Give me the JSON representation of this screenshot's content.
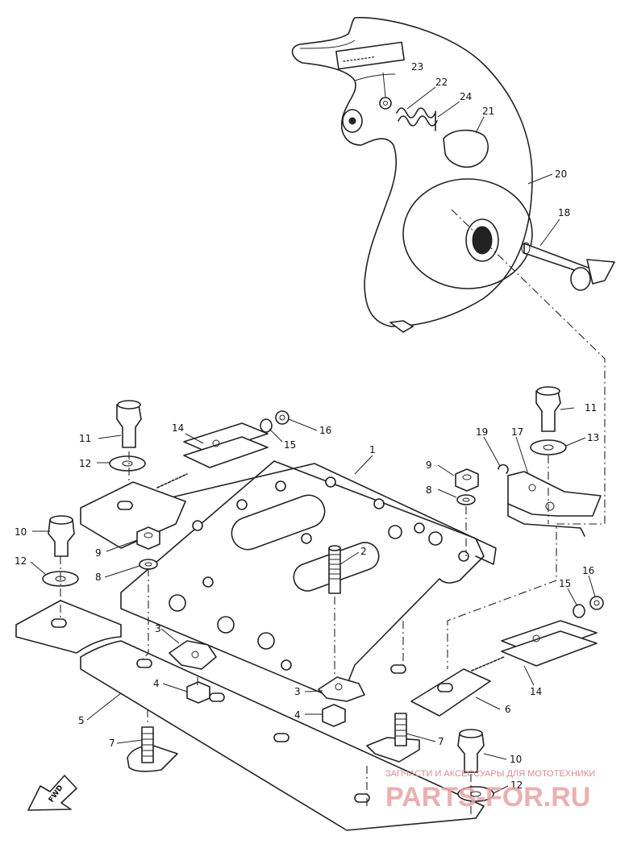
{
  "diagram": {
    "callouts": [
      {
        "id": "c1",
        "text": "1"
      },
      {
        "id": "c2",
        "text": "2"
      },
      {
        "id": "c3a",
        "text": "3"
      },
      {
        "id": "c3b",
        "text": "3"
      },
      {
        "id": "c4a",
        "text": "4"
      },
      {
        "id": "c4b",
        "text": "4"
      },
      {
        "id": "c5",
        "text": "5"
      },
      {
        "id": "c6",
        "text": "6"
      },
      {
        "id": "c7a",
        "text": "7"
      },
      {
        "id": "c7b",
        "text": "7"
      },
      {
        "id": "c8a",
        "text": "8"
      },
      {
        "id": "c8b",
        "text": "8"
      },
      {
        "id": "c9a",
        "text": "9"
      },
      {
        "id": "c9b",
        "text": "9"
      },
      {
        "id": "c10a",
        "text": "10"
      },
      {
        "id": "c10b",
        "text": "10"
      },
      {
        "id": "c11a",
        "text": "11"
      },
      {
        "id": "c11b",
        "text": "11"
      },
      {
        "id": "c12a",
        "text": "12"
      },
      {
        "id": "c12b",
        "text": "12"
      },
      {
        "id": "c12c",
        "text": "12"
      },
      {
        "id": "c13",
        "text": "13"
      },
      {
        "id": "c14a",
        "text": "14"
      },
      {
        "id": "c14b",
        "text": "14"
      },
      {
        "id": "c15a",
        "text": "15"
      },
      {
        "id": "c15b",
        "text": "15"
      },
      {
        "id": "c16a",
        "text": "16"
      },
      {
        "id": "c16b",
        "text": "16"
      },
      {
        "id": "c17",
        "text": "17"
      },
      {
        "id": "c18",
        "text": "18"
      },
      {
        "id": "c19",
        "text": "19"
      },
      {
        "id": "c20",
        "text": "20"
      },
      {
        "id": "c21",
        "text": "21"
      },
      {
        "id": "c22",
        "text": "22"
      },
      {
        "id": "c23",
        "text": "23"
      },
      {
        "id": "c24",
        "text": "24"
      }
    ],
    "fwd_label": "FWD"
  },
  "watermark": {
    "tagline": "ЗАПЧАСТИ И АКСЕССУАРЫ ДЛЯ МОТОТЕХНИКИ",
    "brand": "PARTS-FOR.RU"
  },
  "colors": {
    "ink": "#222222",
    "background": "#ffffff",
    "watermark": "#e7a3a3"
  }
}
